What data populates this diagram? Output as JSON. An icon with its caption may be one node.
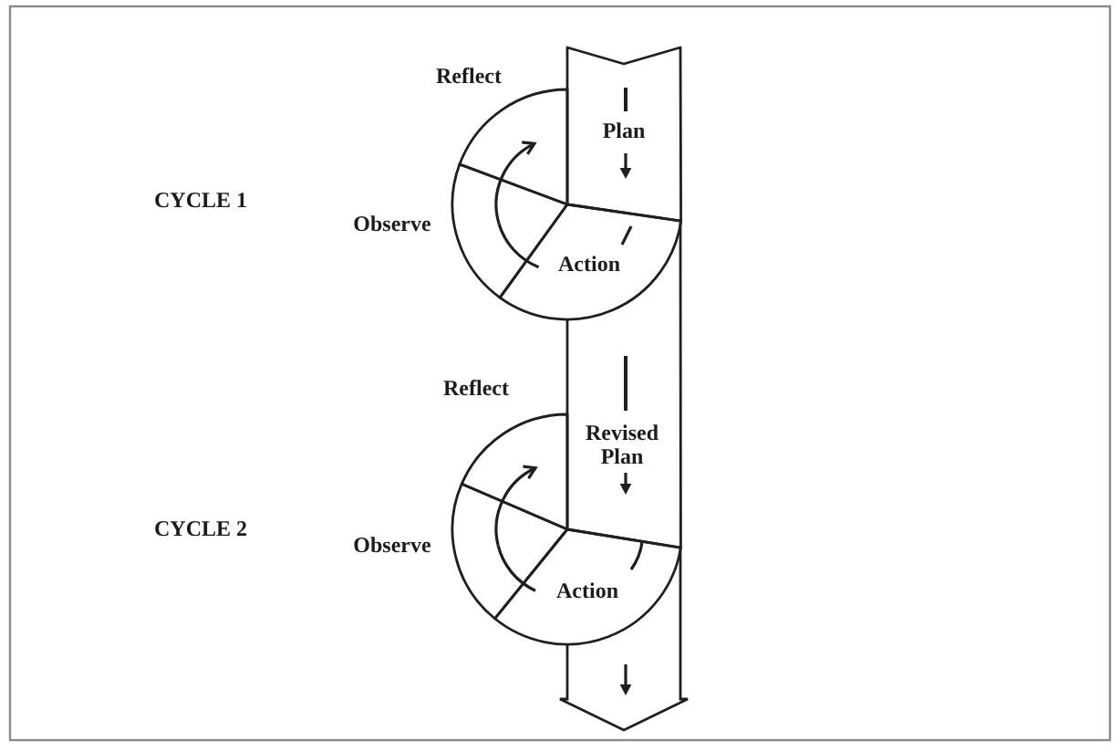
{
  "diagram": {
    "nodes": [
      {
        "text": [
          "Reflect"
        ]
      },
      {
        "text": [
          "Plan"
        ]
      },
      {
        "text": [
          "Observe"
        ]
      },
      {
        "text": [
          "Action"
        ]
      },
      {
        "text": [
          "Reflect"
        ]
      },
      {
        "text": [
          "Revised Plan"
        ]
      },
      {
        "text": [
          "Observe"
        ]
      },
      {
        "text": [
          "Action"
        ]
      }
    ],
    "edges": [
      {
        "from": 3,
        "to": 2,
        "arrow": "none"
      },
      {
        "from": 2,
        "to": 0,
        "arrow": "to"
      },
      {
        "from": 7,
        "to": 6,
        "arrow": "none"
      },
      {
        "from": 6,
        "to": 4,
        "arrow": "to"
      }
    ],
    "labels": [
      "CYCLE 1",
      "CYCLE 2"
    ]
  }
}
